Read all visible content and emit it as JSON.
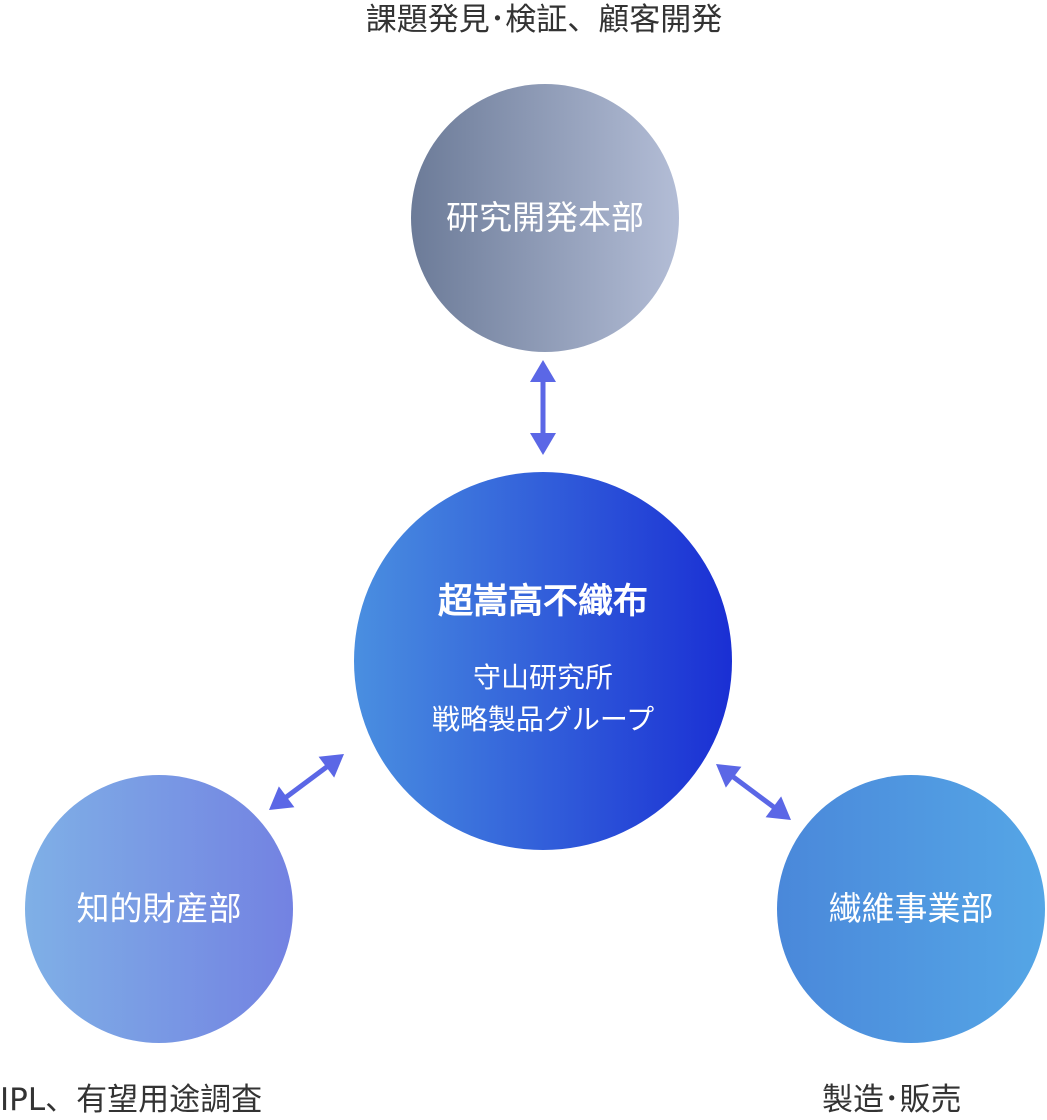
{
  "colors": {
    "arrow": "#5b67e6",
    "caption_text": "#333333",
    "circle_text": "#ffffff"
  },
  "captions": {
    "top": "課題発見･検証、顧客開発",
    "left": "IPL、有望用途調査",
    "right": "製造･販売"
  },
  "nodes": {
    "top": {
      "label": "研究開発本部"
    },
    "center": {
      "title": "超嵩高不織布",
      "line1": "守山研究所",
      "line2": "戦略製品グループ"
    },
    "left": {
      "label": "知的財産部"
    },
    "right": {
      "label": "繊維事業部"
    }
  },
  "connections": [
    {
      "from": "center",
      "to": "top",
      "type": "bidirectional"
    },
    {
      "from": "center",
      "to": "left",
      "type": "bidirectional"
    },
    {
      "from": "center",
      "to": "right",
      "type": "bidirectional"
    }
  ]
}
